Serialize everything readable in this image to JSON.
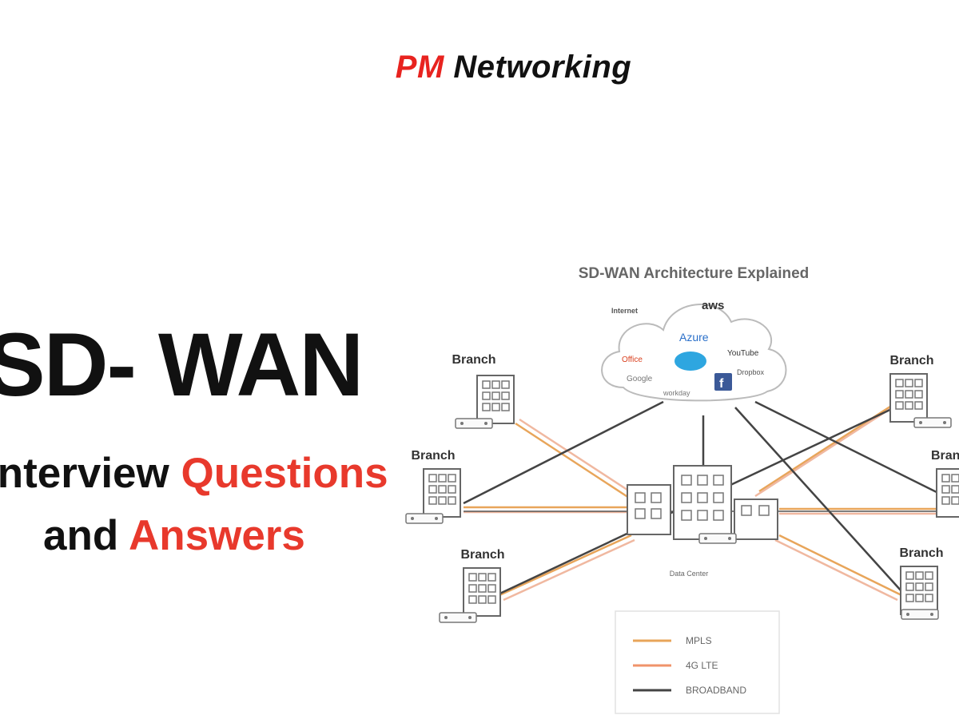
{
  "brand": {
    "part1": "PM",
    "part2": "Networking"
  },
  "heading": {
    "title": "SD- WAN",
    "line2_a": "Interview ",
    "line2_b": "Questions",
    "line3_a": "and ",
    "line3_b": "Answers"
  },
  "diagram": {
    "title": "SD-WAN Architecture Explained",
    "cloud": {
      "label": "Internet",
      "services": [
        "aws",
        "Azure",
        "Office",
        "YouTube",
        "Google",
        "Dropbox",
        "workday"
      ]
    },
    "branch_label": "Branch",
    "data_center_label": "Data Center",
    "legend": [
      {
        "label": "MPLS",
        "color": "#e8a55a"
      },
      {
        "label": "4G LTE",
        "color": "#f0936a"
      },
      {
        "label": "BROADBAND",
        "color": "#444444"
      }
    ]
  },
  "colors": {
    "accent": "#e8231f",
    "text": "#111111"
  }
}
